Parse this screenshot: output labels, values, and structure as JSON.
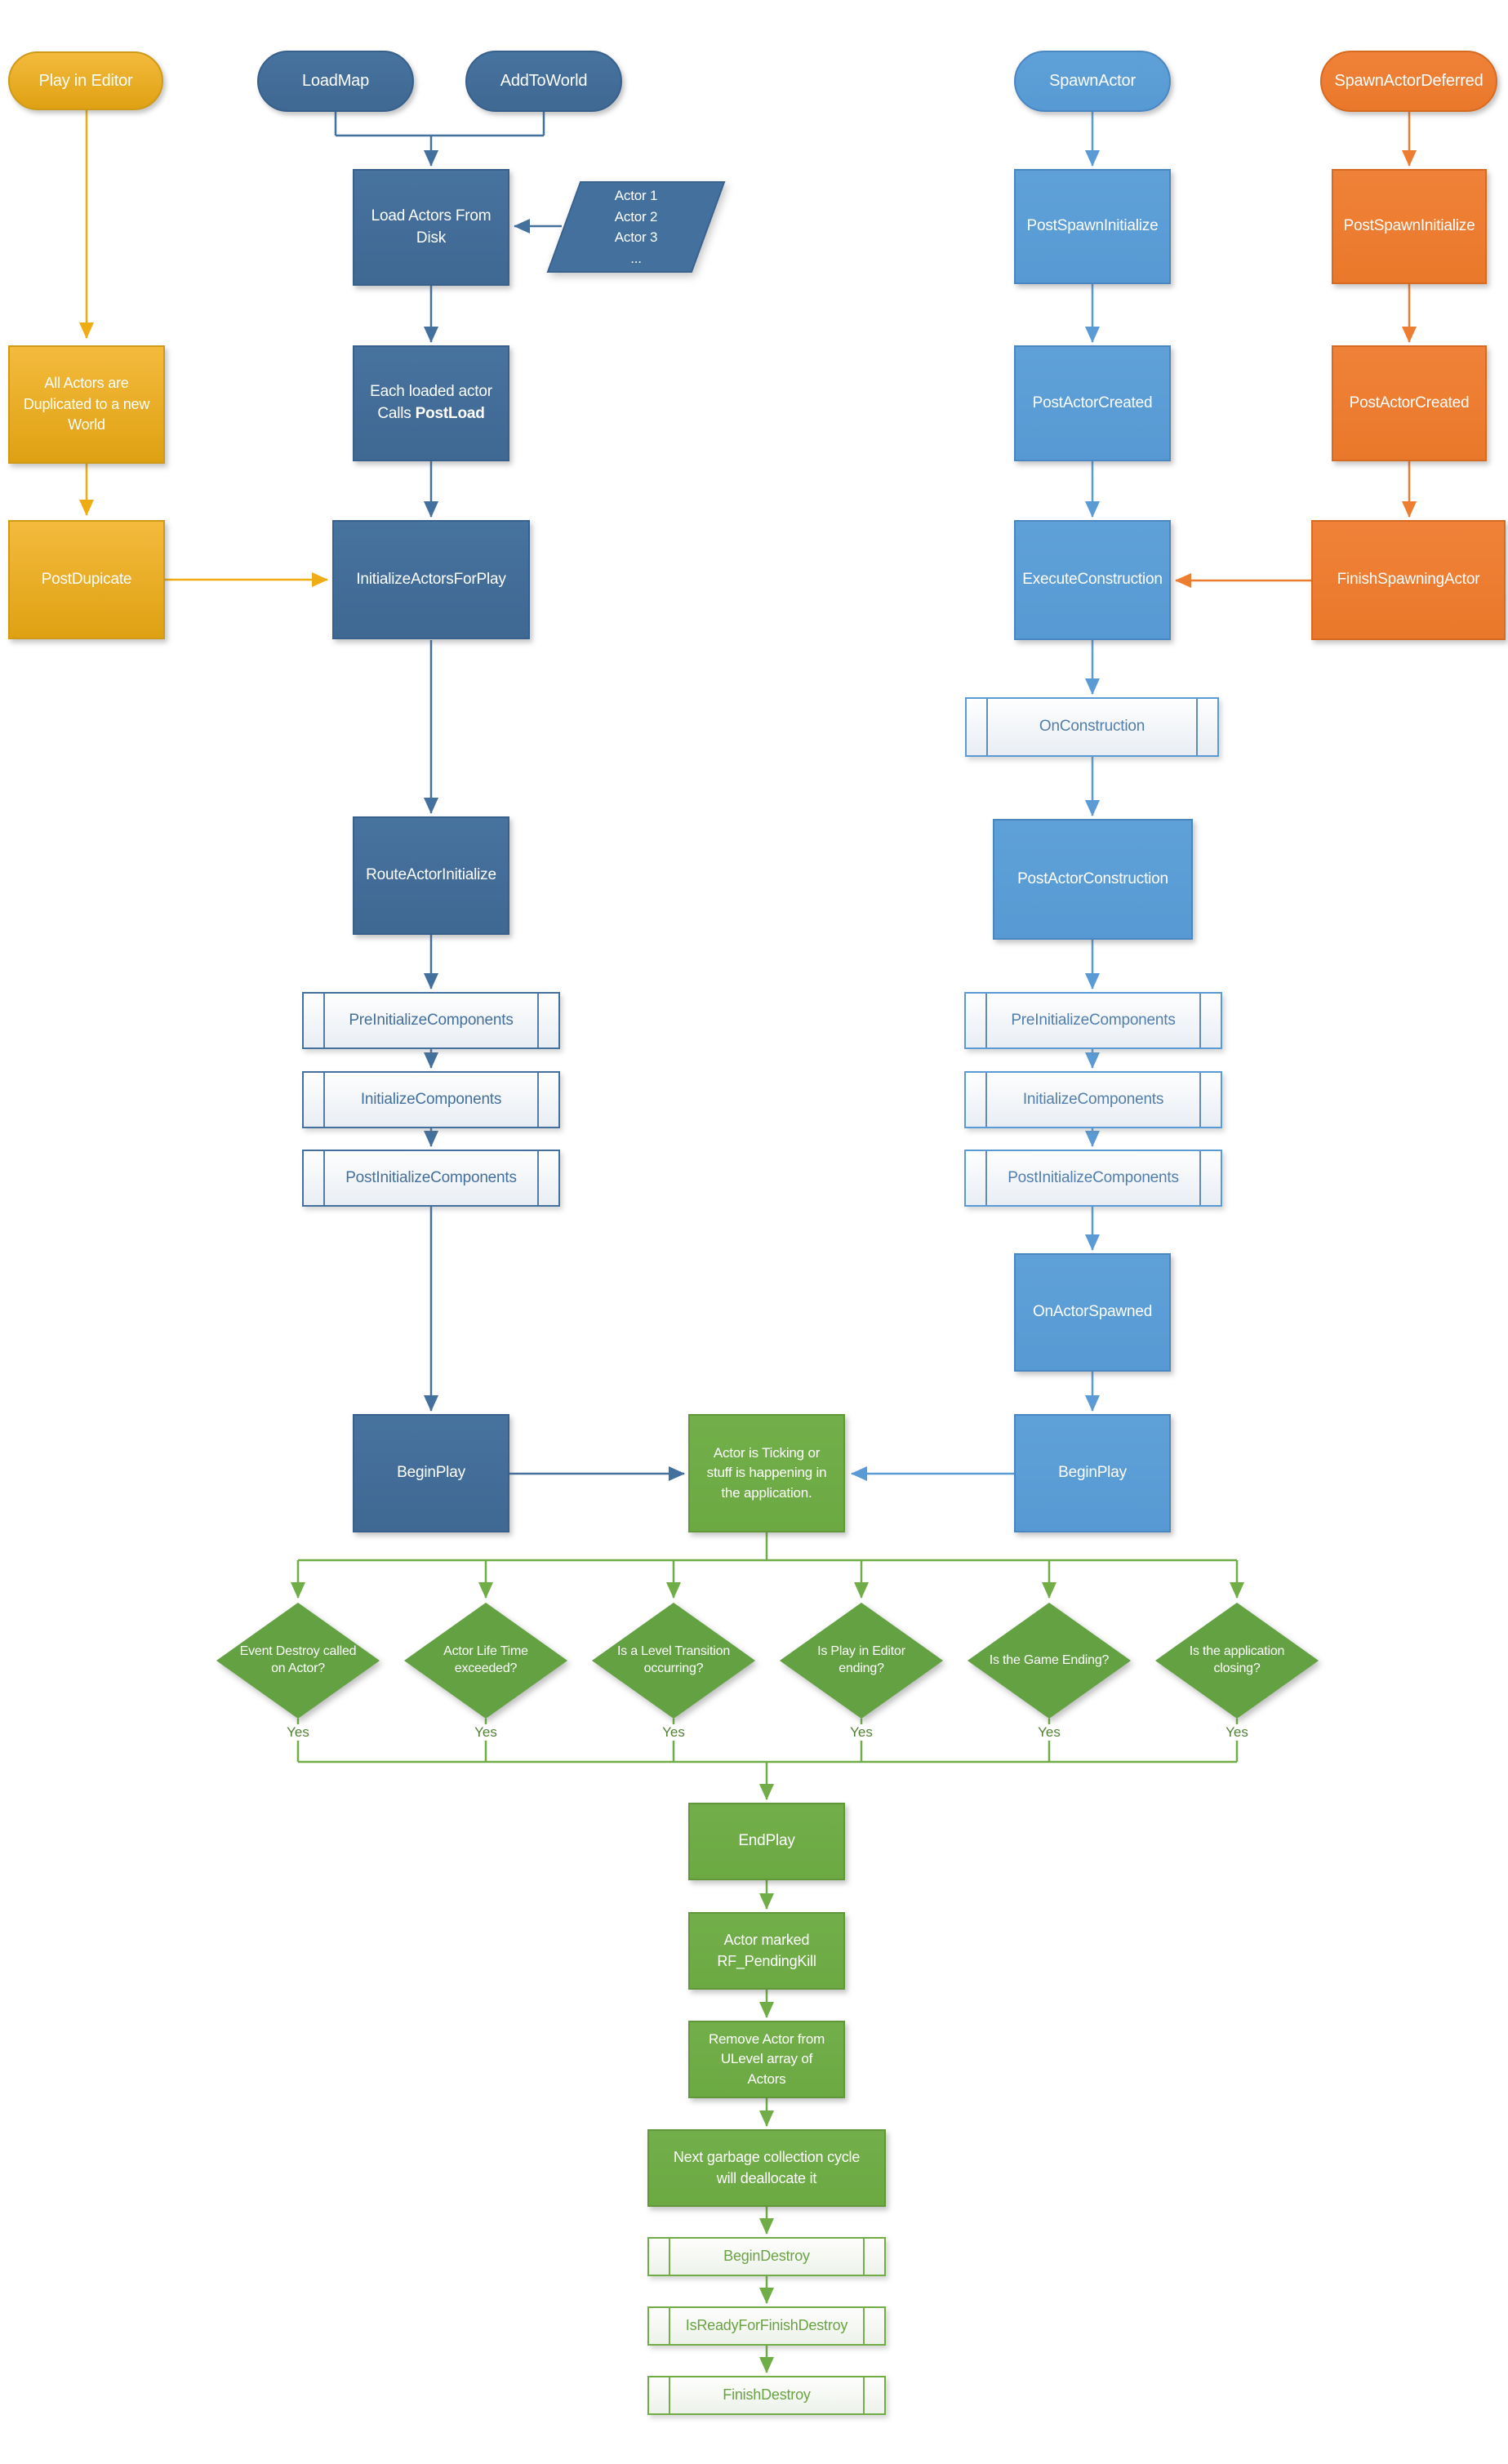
{
  "colors": {
    "editor_flow_yellow": "#E8A825",
    "load_flow_dark_blue": "#44709D",
    "spawn_flow_light_blue": "#5B9BD5",
    "deferred_flow_orange": "#ED7D31",
    "runtime_green": "#70AD47"
  },
  "nodes": {
    "play_in_editor": {
      "label": "Play in Editor"
    },
    "load_map": {
      "label": "LoadMap"
    },
    "add_to_world": {
      "label": "AddToWorld"
    },
    "load_actors_from_disk": {
      "label": "Load Actors From Disk"
    },
    "actor_list": {
      "lines": [
        "Actor 1",
        "Actor 2",
        "Actor 3",
        "..."
      ]
    },
    "all_actors_duplicated": {
      "label": "All Actors are Duplicated to a new World"
    },
    "each_loaded_actor": {
      "line1": "Each loaded actor",
      "line2_prefix": "Calls",
      "line2_bold": "PostLoad"
    },
    "post_dupicate": {
      "label": "PostDupicate"
    },
    "initialize_actors_for_play": {
      "label": "InitializeActorsForPlay"
    },
    "route_actor_initialize": {
      "label": "RouteActorInitialize"
    },
    "pre_initialize_components_left": {
      "label": "PreInitializeComponents"
    },
    "initialize_components_left": {
      "label": "InitializeComponents"
    },
    "post_initialize_components_left": {
      "label": "PostInitializeComponents"
    },
    "begin_play_left": {
      "label": "BeginPlay"
    },
    "spawn_actor": {
      "label": "SpawnActor"
    },
    "post_spawn_initialize_blue": {
      "label": "PostSpawnInitialize"
    },
    "post_actor_created_blue": {
      "label": "PostActorCreated"
    },
    "execute_construction": {
      "label": "ExecuteConstruction"
    },
    "on_construction": {
      "label": "OnConstruction"
    },
    "post_actor_construction": {
      "label": "PostActorConstruction"
    },
    "pre_initialize_components_right": {
      "label": "PreInitializeComponents"
    },
    "initialize_components_right": {
      "label": "InitializeComponents"
    },
    "post_initialize_components_right": {
      "label": "PostInitializeComponents"
    },
    "on_actor_spawned": {
      "label": "OnActorSpawned"
    },
    "begin_play_right": {
      "label": "BeginPlay"
    },
    "spawn_actor_deferred": {
      "label": "SpawnActorDeferred"
    },
    "post_spawn_initialize_orange": {
      "label": "PostSpawnInitialize"
    },
    "post_actor_created_orange": {
      "label": "PostActorCreated"
    },
    "finish_spawning_actor": {
      "label": "FinishSpawningActor"
    },
    "actor_ticking": {
      "label": "Actor is Ticking or stuff is happening in the application."
    },
    "end_play": {
      "label": "EndPlay"
    },
    "actor_marked_pending_kill": {
      "label": "Actor marked RF_PendingKill"
    },
    "remove_actor_from_ulevel": {
      "label": "Remove Actor from ULevel array of Actors"
    },
    "garbage_collection": {
      "label": "Next garbage collection cycle will deallocate it"
    },
    "begin_destroy": {
      "label": "BeginDestroy"
    },
    "is_ready_for_finish_destroy": {
      "label": "IsReadyForFinishDestroy"
    },
    "finish_destroy": {
      "label": "FinishDestroy"
    }
  },
  "decisions": [
    {
      "label": "Event Destroy called on Actor?",
      "yes": "Yes"
    },
    {
      "label": "Actor Life Time exceeded?",
      "yes": "Yes"
    },
    {
      "label": "Is a Level Transition occurring?",
      "yes": "Yes"
    },
    {
      "label": "Is Play in Editor ending?",
      "yes": "Yes"
    },
    {
      "label": "Is the Game Ending?",
      "yes": "Yes"
    },
    {
      "label": "Is the application closing?",
      "yes": "Yes"
    }
  ]
}
